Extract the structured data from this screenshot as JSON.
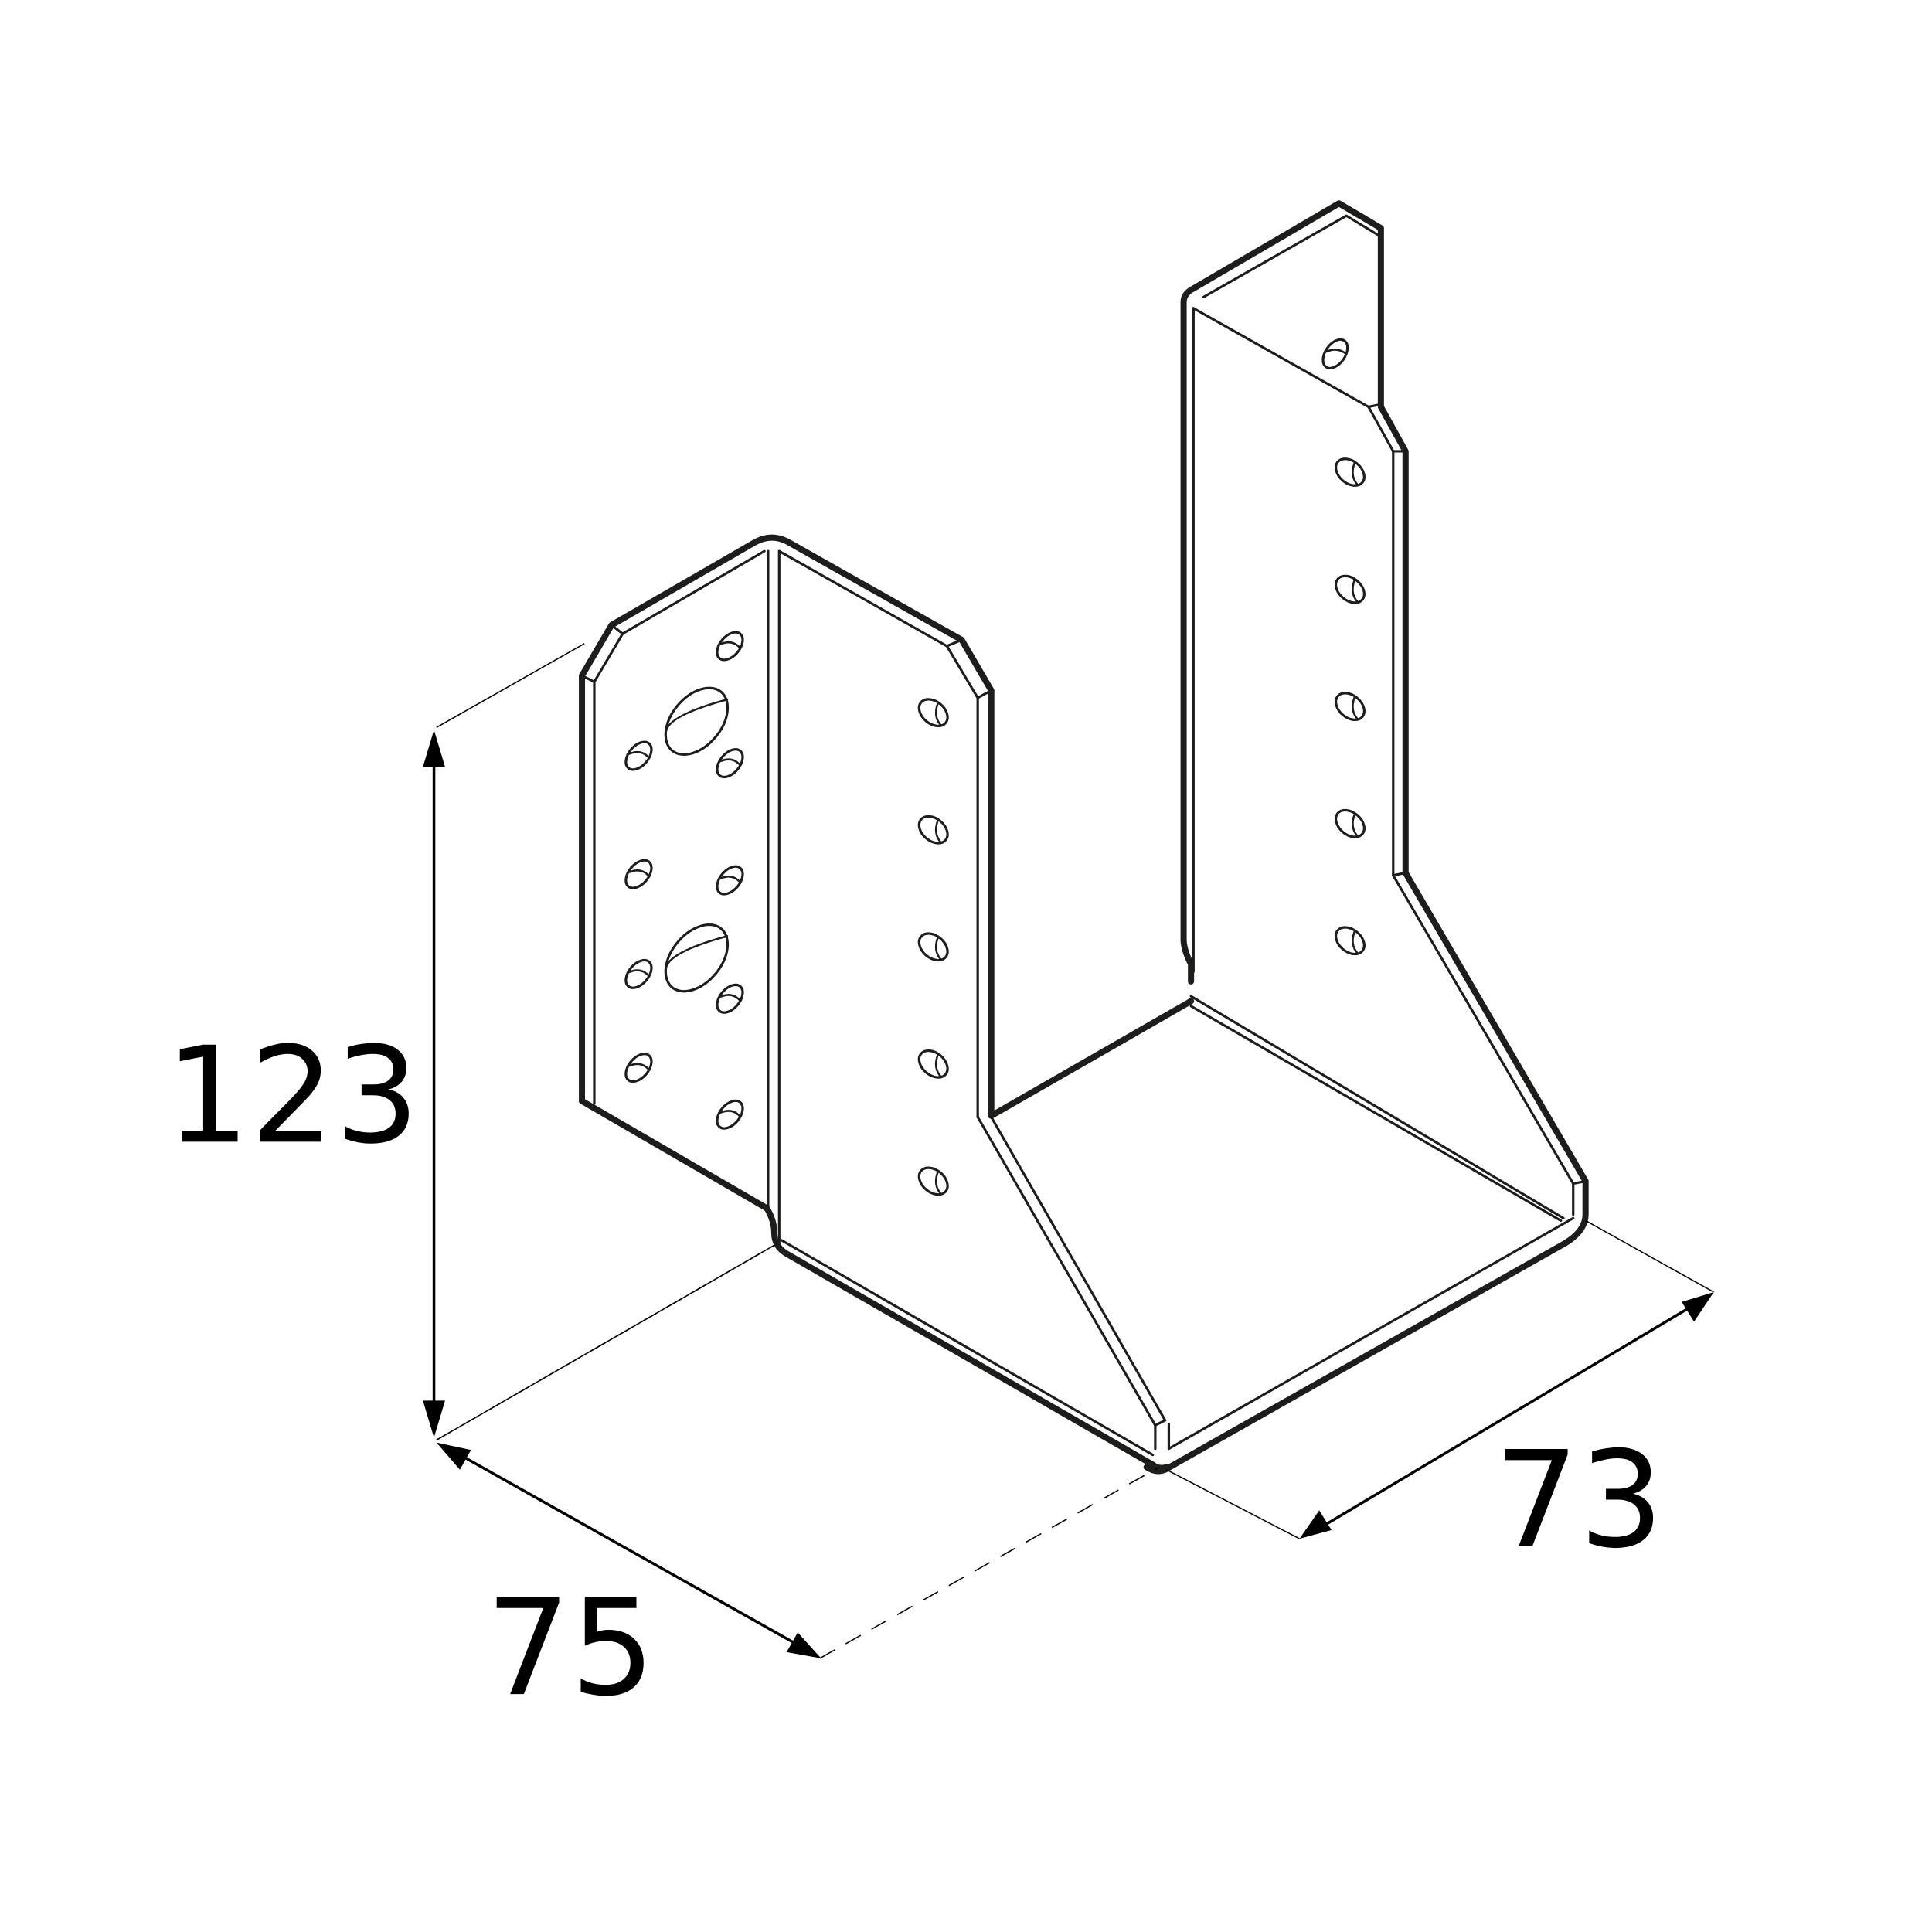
{
  "drawing": {
    "subject": "joist-hanger-bracket",
    "line_color": "#1d1d1b",
    "background": "#ffffff"
  },
  "dimensions": {
    "height": {
      "value": "123",
      "orientation": "vertical"
    },
    "width": {
      "value": "75",
      "orientation": "isometric-left"
    },
    "depth": {
      "value": "73",
      "orientation": "isometric-right"
    }
  },
  "holes": {
    "left_panel_outer_small": 9,
    "left_panel_outer_large": 2,
    "left_panel_inner_small": 5,
    "right_panel_small": 6
  }
}
